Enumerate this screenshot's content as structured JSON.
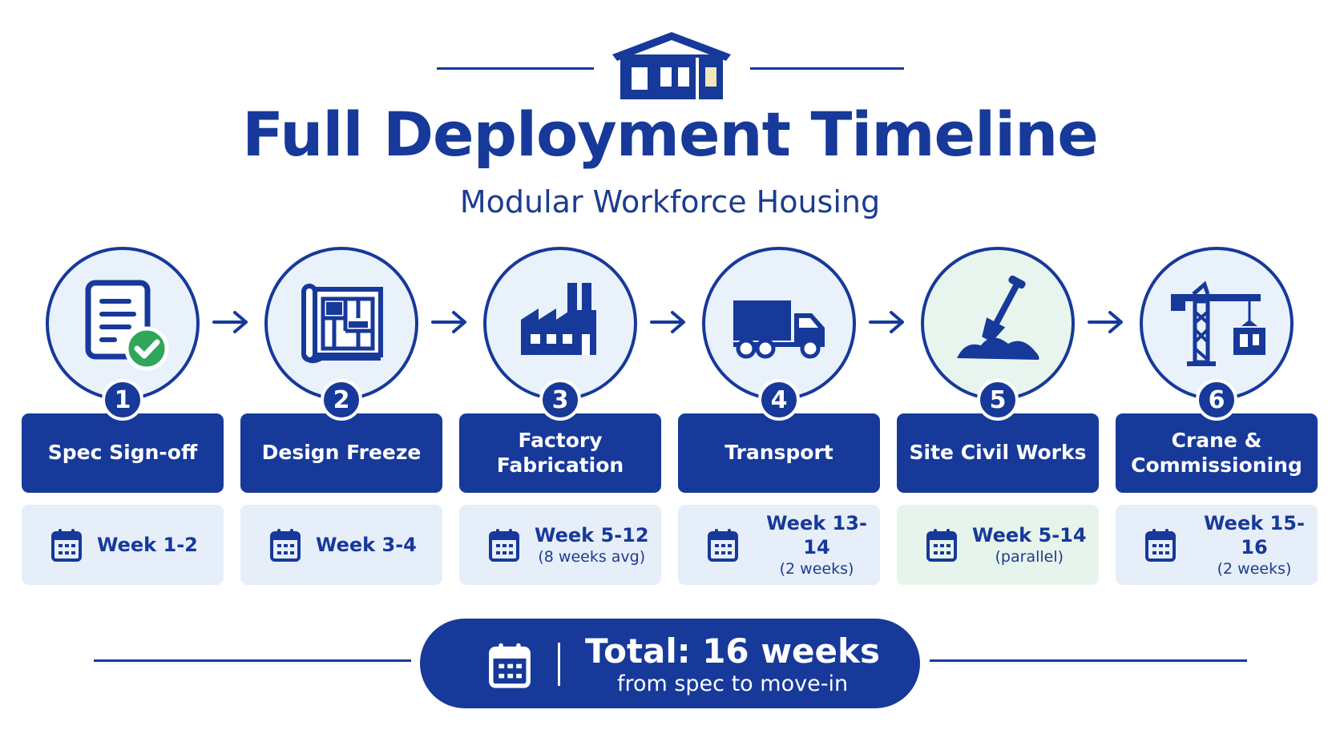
{
  "header": {
    "title": "Full Deployment Timeline",
    "subtitle": "Modular Workforce Housing",
    "logo_icon": "modular-house-icon"
  },
  "steps": [
    {
      "number": "1",
      "label_lines": [
        "Spec Sign-off"
      ],
      "week": "Week 1-2",
      "note": "",
      "icon": "spec-document-check-icon"
    },
    {
      "number": "2",
      "label_lines": [
        "Design Freeze"
      ],
      "week": "Week 3-4",
      "note": "",
      "icon": "blueprint-icon"
    },
    {
      "number": "3",
      "label_lines": [
        "Factory",
        "Fabrication"
      ],
      "week": "Week 5-12",
      "note": "(8 weeks avg)",
      "icon": "factory-icon"
    },
    {
      "number": "4",
      "label_lines": [
        "Transport"
      ],
      "week": "Week 13-14",
      "note": "(2 weeks)",
      "icon": "truck-icon"
    },
    {
      "number": "5",
      "label_lines": [
        "Site Civil Works"
      ],
      "week": "Week 5-14",
      "note": "(parallel)",
      "icon": "shovel-icon"
    },
    {
      "number": "6",
      "label_lines": [
        "Crane &",
        "Commissioning"
      ],
      "week": "Week 15-16",
      "note": "(2 weeks)",
      "icon": "crane-icon"
    }
  ],
  "total": {
    "main": "Total: 16 weeks",
    "sub": "from spec to move-in",
    "icon": "calendar-icon"
  },
  "colors": {
    "primary": "#16399a",
    "light_blue": "#e6eefa",
    "light_green": "#e7f4ec",
    "check_green": "#2fa65a"
  }
}
